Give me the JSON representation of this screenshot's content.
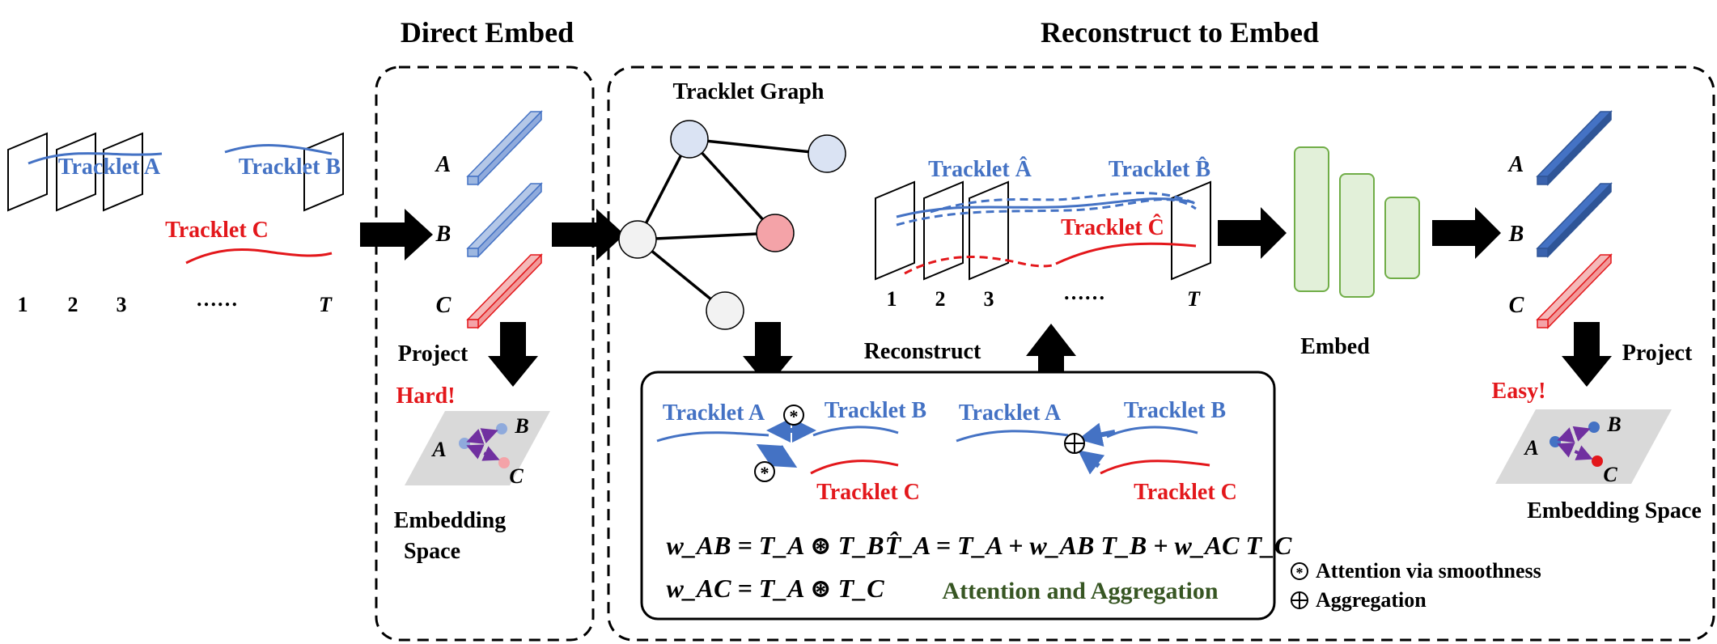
{
  "headings": {
    "direct_embed": "Direct Embed",
    "reconstruct_to_embed": "Reconstruct to Embed"
  },
  "tracklets": {
    "a": "Tracklet A",
    "b": "Tracklet B",
    "c": "Tracklet C",
    "a_hat": "Tracklet Â",
    "b_hat": "Tracklet B̂",
    "c_hat": "Tracklet Ĉ"
  },
  "frames": {
    "one": "1",
    "two": "2",
    "three": "3",
    "dots": "……",
    "last": "T"
  },
  "embed_labels": {
    "a": "A",
    "b": "B",
    "c": "C"
  },
  "direct": {
    "project": "Project",
    "hard": "Hard!",
    "space_line1": "Embedding",
    "space_line2": "Space"
  },
  "graph": {
    "title": "Tracklet Graph"
  },
  "reconstruct_label": "Reconstruct",
  "embed_label": "Embed",
  "right": {
    "project": "Project",
    "easy": "Easy!",
    "space": "Embedding Space"
  },
  "formulas": {
    "w_ab": "w_AB = T_A ⊛ T_B",
    "w_ac": "w_AC = T_A ⊛ T_C",
    "t_hat": "T̂_A = T_A + w_AB T_B + w_AC T_C",
    "caption": "Attention and Aggregation"
  },
  "legend": {
    "attention": "Attention via smoothness",
    "aggregation": "Aggregation"
  },
  "colors": {
    "blue": "#4472C4",
    "red": "#E3171B",
    "light_blue": "#B4C7E7",
    "light_red": "#F4B9B9",
    "dark_blue": "#2F5597",
    "green_fill": "#E2F0D9",
    "green_stroke": "#70AD47",
    "caption_green": "#375623",
    "node_red": "#F4A3A8",
    "node_blue": "#DAE3F3",
    "node_white": "#F2F2F2"
  }
}
